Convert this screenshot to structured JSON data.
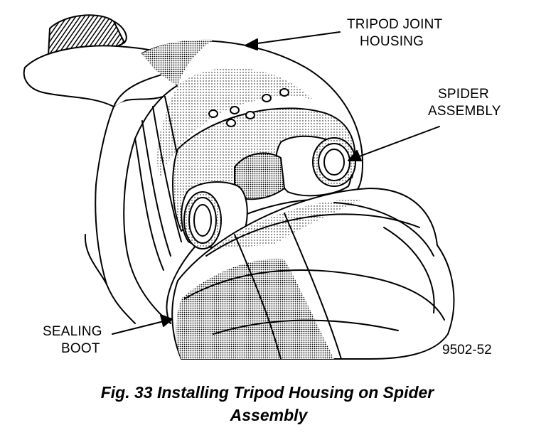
{
  "labels": {
    "housing_line1": "TRIPOD JOINT",
    "housing_line2": "HOUSING",
    "spider_line1": "SPIDER",
    "spider_line2": "ASSEMBLY",
    "boot_line1": "SEALING",
    "boot_line2": "BOOT"
  },
  "figure_number": "9502-52",
  "caption": {
    "line1": "Fig. 33 Installing Tripod Housing on Spider",
    "line2": "Assembly"
  },
  "colors": {
    "ink": "#000000",
    "paper": "#ffffff",
    "stipple": "#9a9a9a"
  }
}
